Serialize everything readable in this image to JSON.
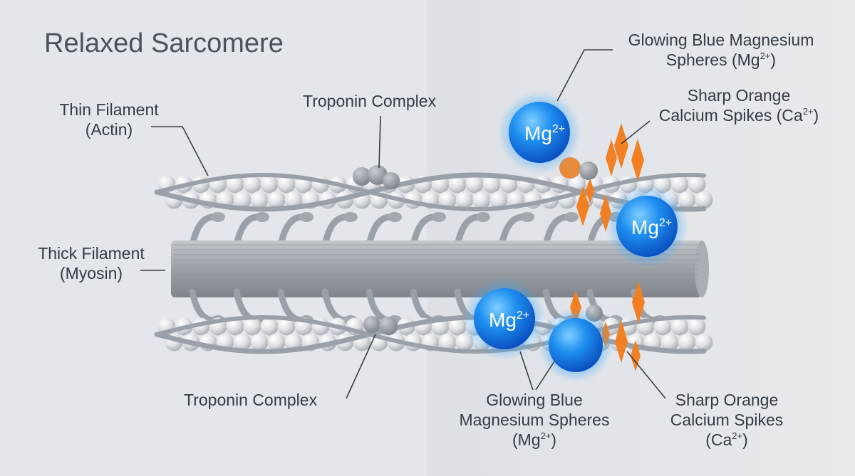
{
  "title": "Relaxed Sarcomere",
  "labels": {
    "thin_filament_line1": "Thin Filament",
    "thin_filament_line2": "(Actin)",
    "thick_filament_line1": "Thick Filament",
    "thick_filament_line2": "(Myosin)",
    "troponin_top": "Troponin Complex",
    "troponin_bottom": "Troponin Complex",
    "mg_top_line1": "Glowing Blue Magnesium",
    "mg_top_line2": "Spheres (Mg",
    "mg_top_line2_end": ")",
    "ca_top_line1": "Sharp Orange",
    "ca_top_line2": "Calcium Spikes (Ca",
    "ca_top_line2_end": ")",
    "mg_bottom_line1": "Glowing Blue",
    "mg_bottom_line2": "Magnesium Spheres",
    "mg_bottom_line3": "(Mg",
    "mg_bottom_line3_end": ")",
    "ca_bottom_line1": "Sharp Orange",
    "ca_bottom_line2": "Calcium Spikes",
    "ca_bottom_line3": "(Ca",
    "ca_bottom_line3_end": ")",
    "charge": "2+"
  },
  "spheres": {
    "symbol": "Mg",
    "charge": "2+"
  },
  "colors": {
    "background_left": "#e3e6ea",
    "background_right": "#dfe3e8",
    "filament": "#b7bcc2",
    "bead": "#d8dbdf",
    "magnesium": "#1f8ff0",
    "calcium": "#f27f22",
    "text": "#333b44"
  }
}
